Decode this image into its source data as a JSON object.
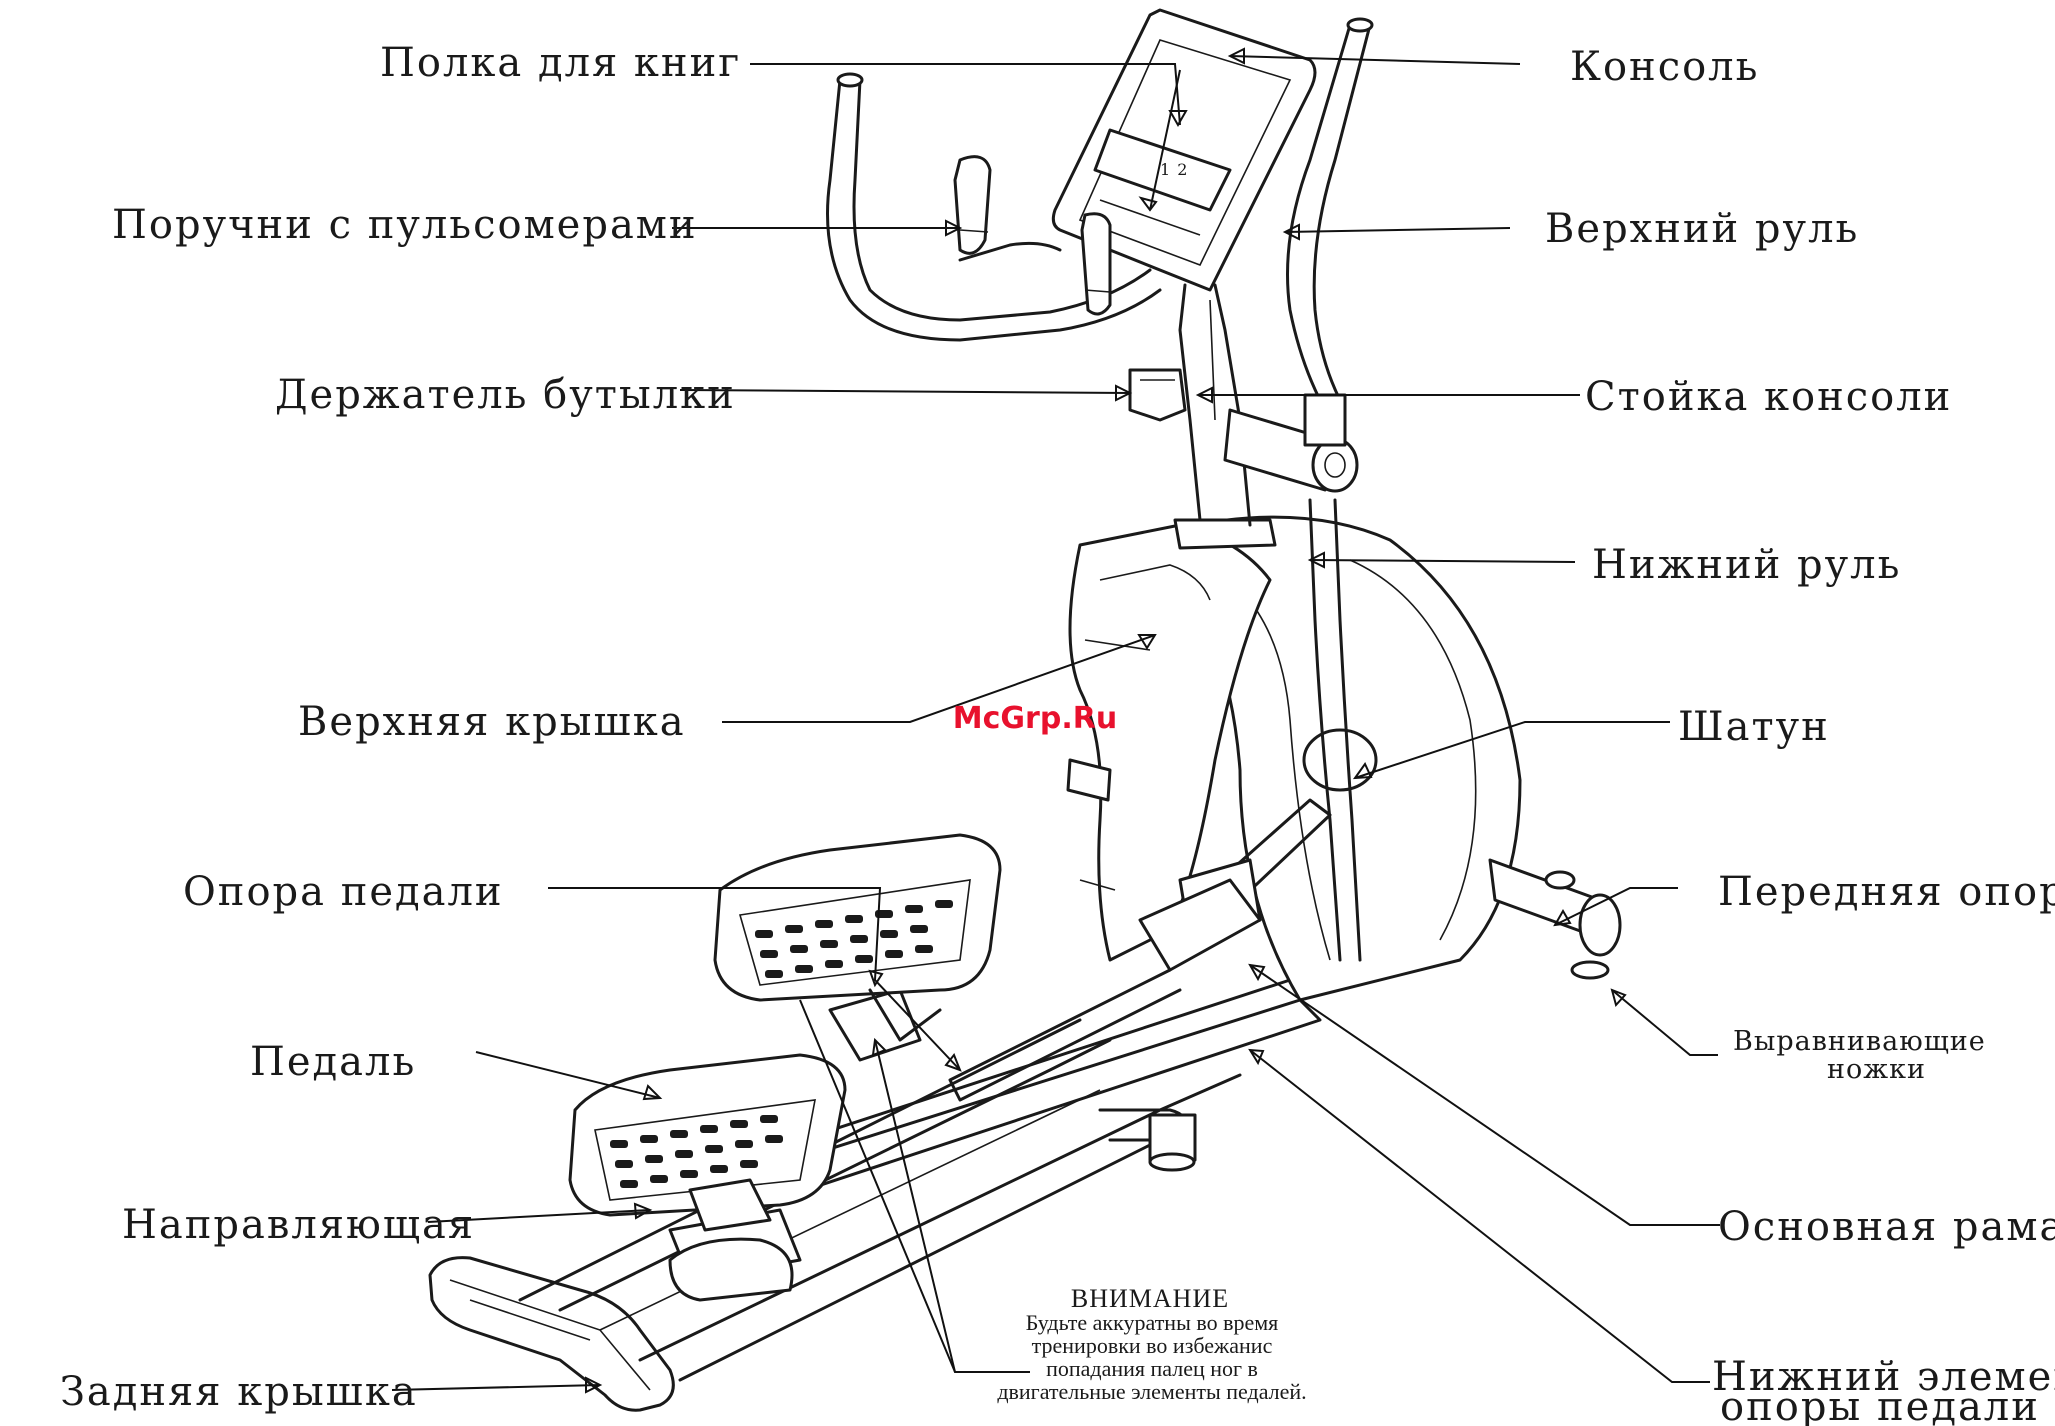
{
  "labels": {
    "bookshelf": "Полка для книг",
    "console": "Консоль",
    "pulse_grips": "Поручни с пульсомерами",
    "upper_handlebar": "Верхний руль",
    "bottle_holder": "Держатель бутылки",
    "console_mast": "Стойка консоли",
    "lower_handlebar": "Нижний руль",
    "top_cover": "Верхняя крышка",
    "connecting_rod": "Шатун",
    "pedal_support": "Опора педали",
    "front_stabilizer": "Передняя опора",
    "leveling_feet_line1": "Выравнивающие",
    "leveling_feet_line2": "ножки",
    "pedal": "Педаль",
    "main_frame": "Основная рама",
    "guide_rail": "Направляющая",
    "lower_pedal_support_line1": "Нижний элемент",
    "lower_pedal_support_line2": "опоры педали",
    "rear_cover": "Задняя крышка"
  },
  "warning": {
    "title": "ВНИМАНИЕ",
    "line1": "Будьте аккуратны во время",
    "line2": "тренировки  во избежанис",
    "line3": "попадания палец ног в",
    "line4": "двигательные элементы педалей."
  },
  "watermark": "McGrp.Ru",
  "colors": {
    "line": "#111111",
    "watermark": "#e8112d",
    "background": "#ffffff"
  }
}
